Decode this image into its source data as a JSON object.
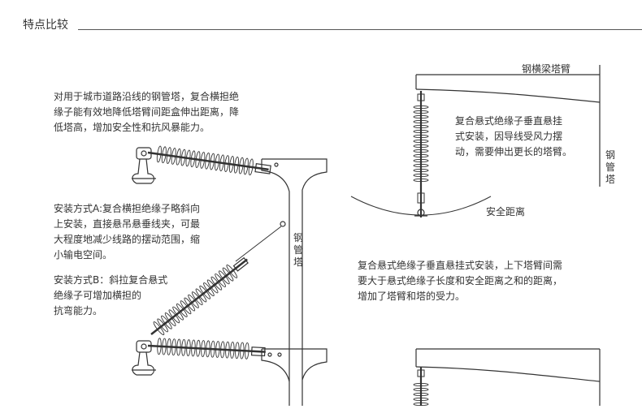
{
  "heading": "特点比较",
  "left_panel": {
    "intro_text": "对用于城市道路沿线的钢管塔，复合横担绝\n缘子能有效地降低塔臂间距盒伸出距离，降\n低塔高，增加安全性和抗风暴能力。",
    "method_a_text": "安装方式A:复合横担绝缘子略斜向\n上安装，直接悬吊悬垂线夹，可最\n大程度地减少线路的摆动范围，缩\n小输电空间。",
    "method_b_text": "安装方式B：斜拉复合悬式\n绝缘子可增加横担的\n抗弯能力。",
    "tower_label": "钢管塔"
  },
  "right_panel": {
    "crossarm_label": "钢横梁塔臂",
    "tower_label": "钢管塔",
    "suspension_text": "复合悬式绝缘子垂直悬挂\n式安装，因导线受风力摆\n动，需要伸出更长的塔臂。",
    "safety_label": "安全距离",
    "bottom_text": "复合悬式绝缘子垂直悬挂式安装，上下塔臂间需\n要大于悬式绝缘子长度和安全距离之和的距离，\n增加了塔臂和塔的受力。"
  },
  "colors": {
    "line": "#333333",
    "text": "#333333",
    "background": "#ffffff"
  }
}
